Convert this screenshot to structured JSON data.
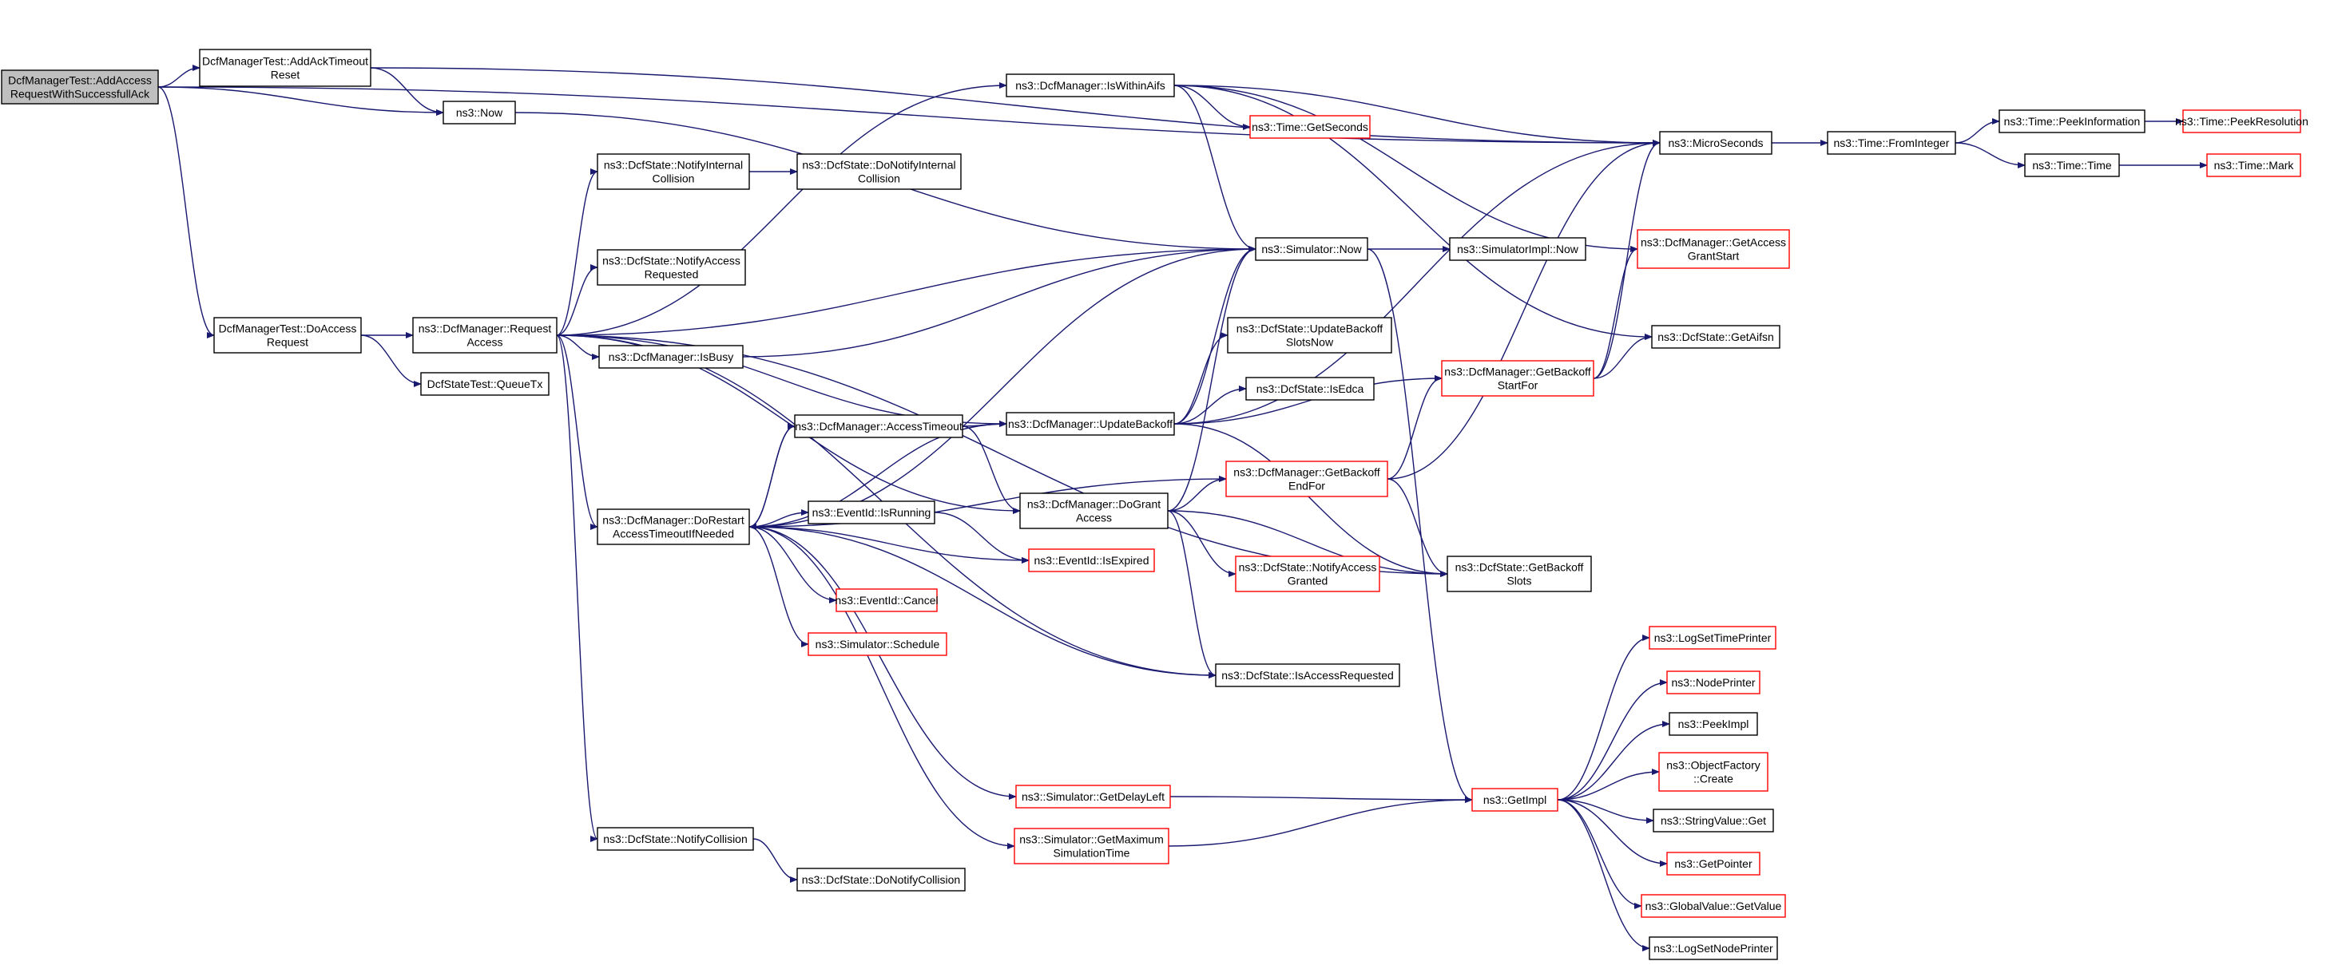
{
  "graph": {
    "nodes": [
      {
        "id": "root",
        "lines": [
          "DcfManagerTest::AddAccess",
          "RequestWithSuccessfullAck"
        ],
        "style": "root"
      },
      {
        "id": "addack",
        "lines": [
          "DcfManagerTest::AddAckTimeout",
          "Reset"
        ],
        "style": "normal"
      },
      {
        "id": "ns3now",
        "lines": [
          "ns3::Now"
        ],
        "style": "normal"
      },
      {
        "id": "doaccess",
        "lines": [
          "DcfManagerTest::DoAccess",
          "Request"
        ],
        "style": "normal"
      },
      {
        "id": "reqaccess",
        "lines": [
          "ns3::DcfManager::Request",
          "Access"
        ],
        "style": "normal"
      },
      {
        "id": "queuetx",
        "lines": [
          "DcfStateTest::QueueTx"
        ],
        "style": "normal"
      },
      {
        "id": "iswithin",
        "lines": [
          "ns3::DcfManager::IsWithinAifs"
        ],
        "style": "normal"
      },
      {
        "id": "getseconds",
        "lines": [
          "ns3::Time::GetSeconds"
        ],
        "style": "red"
      },
      {
        "id": "notifyint",
        "lines": [
          "ns3::DcfState::NotifyInternal",
          "Collision"
        ],
        "style": "normal"
      },
      {
        "id": "donotifyint",
        "lines": [
          "ns3::DcfState::DoNotifyInternal",
          "Collision"
        ],
        "style": "normal"
      },
      {
        "id": "notifyaccessreq",
        "lines": [
          "ns3::DcfState::NotifyAccess",
          "Requested"
        ],
        "style": "normal"
      },
      {
        "id": "isbusy",
        "lines": [
          "ns3::DcfManager::IsBusy"
        ],
        "style": "normal"
      },
      {
        "id": "simnow",
        "lines": [
          "ns3::Simulator::Now"
        ],
        "style": "normal"
      },
      {
        "id": "simimplnow",
        "lines": [
          "ns3::SimulatorImpl::Now"
        ],
        "style": "normal"
      },
      {
        "id": "microseconds",
        "lines": [
          "ns3::MicroSeconds"
        ],
        "style": "normal"
      },
      {
        "id": "frominteger",
        "lines": [
          "ns3::Time::FromInteger"
        ],
        "style": "normal"
      },
      {
        "id": "peekinfo",
        "lines": [
          "ns3::Time::PeekInformation"
        ],
        "style": "normal"
      },
      {
        "id": "peekres",
        "lines": [
          "ns3::Time::PeekResolution"
        ],
        "style": "red"
      },
      {
        "id": "timetime",
        "lines": [
          "ns3::Time::Time"
        ],
        "style": "normal"
      },
      {
        "id": "timemark",
        "lines": [
          "ns3::Time::Mark"
        ],
        "style": "red"
      },
      {
        "id": "getaccessgrant",
        "lines": [
          "ns3::DcfManager::GetAccess",
          "GrantStart"
        ],
        "style": "red"
      },
      {
        "id": "getaifsn",
        "lines": [
          "ns3::DcfState::GetAifsn"
        ],
        "style": "normal"
      },
      {
        "id": "updatebackoffslots",
        "lines": [
          "ns3::DcfState::UpdateBackoff",
          "SlotsNow"
        ],
        "style": "normal"
      },
      {
        "id": "isedca",
        "lines": [
          "ns3::DcfState::IsEdca"
        ],
        "style": "normal"
      },
      {
        "id": "getbackoffstart",
        "lines": [
          "ns3::DcfManager::GetBackoff",
          "StartFor"
        ],
        "style": "red"
      },
      {
        "id": "accesstimeout",
        "lines": [
          "ns3::DcfManager::AccessTimeout"
        ],
        "style": "normal"
      },
      {
        "id": "updatebackoff",
        "lines": [
          "ns3::DcfManager::UpdateBackoff"
        ],
        "style": "normal"
      },
      {
        "id": "getbackoffend",
        "lines": [
          "ns3::DcfManager::GetBackoff",
          "EndFor"
        ],
        "style": "red"
      },
      {
        "id": "dorestart",
        "lines": [
          "ns3::DcfManager::DoRestart",
          "AccessTimeoutIfNeeded"
        ],
        "style": "normal"
      },
      {
        "id": "isrunning",
        "lines": [
          "ns3::EventId::IsRunning"
        ],
        "style": "normal"
      },
      {
        "id": "dogrant",
        "lines": [
          "ns3::DcfManager::DoGrant",
          "Access"
        ],
        "style": "normal"
      },
      {
        "id": "isexpired",
        "lines": [
          "ns3::EventId::IsExpired"
        ],
        "style": "red"
      },
      {
        "id": "notifyaccessgranted",
        "lines": [
          "ns3::DcfState::NotifyAccess",
          "Granted"
        ],
        "style": "red"
      },
      {
        "id": "getbackoffslots",
        "lines": [
          "ns3::DcfState::GetBackoff",
          "Slots"
        ],
        "style": "normal"
      },
      {
        "id": "cancel",
        "lines": [
          "ns3::EventId::Cancel"
        ],
        "style": "red"
      },
      {
        "id": "schedule",
        "lines": [
          "ns3::Simulator::Schedule"
        ],
        "style": "red"
      },
      {
        "id": "isaccessreq",
        "lines": [
          "ns3::DcfState::IsAccessRequested"
        ],
        "style": "normal"
      },
      {
        "id": "logsettime",
        "lines": [
          "ns3::LogSetTimePrinter"
        ],
        "style": "red"
      },
      {
        "id": "nodeprinter",
        "lines": [
          "ns3::NodePrinter"
        ],
        "style": "red"
      },
      {
        "id": "peekimpl",
        "lines": [
          "ns3::PeekImpl"
        ],
        "style": "normal"
      },
      {
        "id": "objfactory",
        "lines": [
          "ns3::ObjectFactory",
          "::Create"
        ],
        "style": "red"
      },
      {
        "id": "getdelayleft",
        "lines": [
          "ns3::Simulator::GetDelayLeft"
        ],
        "style": "red"
      },
      {
        "id": "getimpl",
        "lines": [
          "ns3::GetImpl"
        ],
        "style": "red"
      },
      {
        "id": "stringvalueget",
        "lines": [
          "ns3::StringValue::Get"
        ],
        "style": "normal"
      },
      {
        "id": "getpointer",
        "lines": [
          "ns3::GetPointer"
        ],
        "style": "red"
      },
      {
        "id": "globalvalue",
        "lines": [
          "ns3::GlobalValue::GetValue"
        ],
        "style": "red"
      },
      {
        "id": "logsetnode",
        "lines": [
          "ns3::LogSetNodePrinter"
        ],
        "style": "normal"
      },
      {
        "id": "notifycollision",
        "lines": [
          "ns3::DcfState::NotifyCollision"
        ],
        "style": "normal"
      },
      {
        "id": "getmaxsim",
        "lines": [
          "ns3::Simulator::GetMaximum",
          "SimulationTime"
        ],
        "style": "red"
      },
      {
        "id": "donotifycollision",
        "lines": [
          "ns3::DcfState::DoNotifyCollision"
        ],
        "style": "normal"
      }
    ],
    "edges": [
      [
        "root",
        "addack"
      ],
      [
        "root",
        "ns3now"
      ],
      [
        "root",
        "doaccess"
      ],
      [
        "root",
        "microseconds"
      ],
      [
        "addack",
        "ns3now"
      ],
      [
        "addack",
        "microseconds"
      ],
      [
        "ns3now",
        "simnow"
      ],
      [
        "doaccess",
        "reqaccess"
      ],
      [
        "doaccess",
        "queuetx"
      ],
      [
        "reqaccess",
        "iswithin"
      ],
      [
        "reqaccess",
        "notifyint"
      ],
      [
        "reqaccess",
        "notifyaccessreq"
      ],
      [
        "reqaccess",
        "isbusy"
      ],
      [
        "reqaccess",
        "simnow"
      ],
      [
        "reqaccess",
        "updatebackoff"
      ],
      [
        "reqaccess",
        "dorestart"
      ],
      [
        "reqaccess",
        "dogrant"
      ],
      [
        "reqaccess",
        "isaccessreq"
      ],
      [
        "reqaccess",
        "getbackoffslots"
      ],
      [
        "reqaccess",
        "notifycollision"
      ],
      [
        "notifyint",
        "donotifyint"
      ],
      [
        "isbusy",
        "simnow"
      ],
      [
        "iswithin",
        "getseconds"
      ],
      [
        "iswithin",
        "microseconds"
      ],
      [
        "iswithin",
        "simnow"
      ],
      [
        "iswithin",
        "getaccessgrant"
      ],
      [
        "iswithin",
        "getaifsn"
      ],
      [
        "simnow",
        "simimplnow"
      ],
      [
        "simnow",
        "getimpl"
      ],
      [
        "microseconds",
        "frominteger"
      ],
      [
        "frominteger",
        "peekinfo"
      ],
      [
        "frominteger",
        "timetime"
      ],
      [
        "peekinfo",
        "peekres"
      ],
      [
        "timetime",
        "timemark"
      ],
      [
        "getbackoffstart",
        "getaccessgrant"
      ],
      [
        "getbackoffstart",
        "getaifsn"
      ],
      [
        "getbackoffstart",
        "microseconds"
      ],
      [
        "updatebackoff",
        "updatebackoffslots"
      ],
      [
        "updatebackoff",
        "isedca"
      ],
      [
        "updatebackoff",
        "getbackoffstart"
      ],
      [
        "updatebackoff",
        "simnow"
      ],
      [
        "updatebackoff",
        "microseconds"
      ],
      [
        "updatebackoff",
        "getbackoffslots"
      ],
      [
        "accesstimeout",
        "updatebackoff"
      ],
      [
        "accesstimeout",
        "dogrant"
      ],
      [
        "accesstimeout",
        "dorestart"
      ],
      [
        "dorestart",
        "accesstimeout"
      ],
      [
        "dorestart",
        "isrunning"
      ],
      [
        "dorestart",
        "isexpired"
      ],
      [
        "dorestart",
        "getbackoffend"
      ],
      [
        "dorestart",
        "cancel"
      ],
      [
        "dorestart",
        "schedule"
      ],
      [
        "dorestart",
        "isaccessreq"
      ],
      [
        "dorestart",
        "getdelayleft"
      ],
      [
        "dorestart",
        "getmaxsim"
      ],
      [
        "dorestart",
        "simnow"
      ],
      [
        "dorestart",
        "updatebackoff"
      ],
      [
        "isrunning",
        "isexpired"
      ],
      [
        "dogrant",
        "getbackoffend"
      ],
      [
        "dogrant",
        "notifyaccessgranted"
      ],
      [
        "dogrant",
        "getbackoffslots"
      ],
      [
        "dogrant",
        "isaccessreq"
      ],
      [
        "dogrant",
        "simnow"
      ],
      [
        "getbackoffend",
        "getbackoffstart"
      ],
      [
        "getbackoffend",
        "getbackoffslots"
      ],
      [
        "getbackoffend",
        "microseconds"
      ],
      [
        "getdelayleft",
        "getimpl"
      ],
      [
        "getmaxsim",
        "getimpl"
      ],
      [
        "getimpl",
        "logsettime"
      ],
      [
        "getimpl",
        "nodeprinter"
      ],
      [
        "getimpl",
        "peekimpl"
      ],
      [
        "getimpl",
        "objfactory"
      ],
      [
        "getimpl",
        "stringvalueget"
      ],
      [
        "getimpl",
        "getpointer"
      ],
      [
        "getimpl",
        "globalvalue"
      ],
      [
        "getimpl",
        "logsetnode"
      ],
      [
        "notifycollision",
        "donotifycollision"
      ]
    ]
  }
}
